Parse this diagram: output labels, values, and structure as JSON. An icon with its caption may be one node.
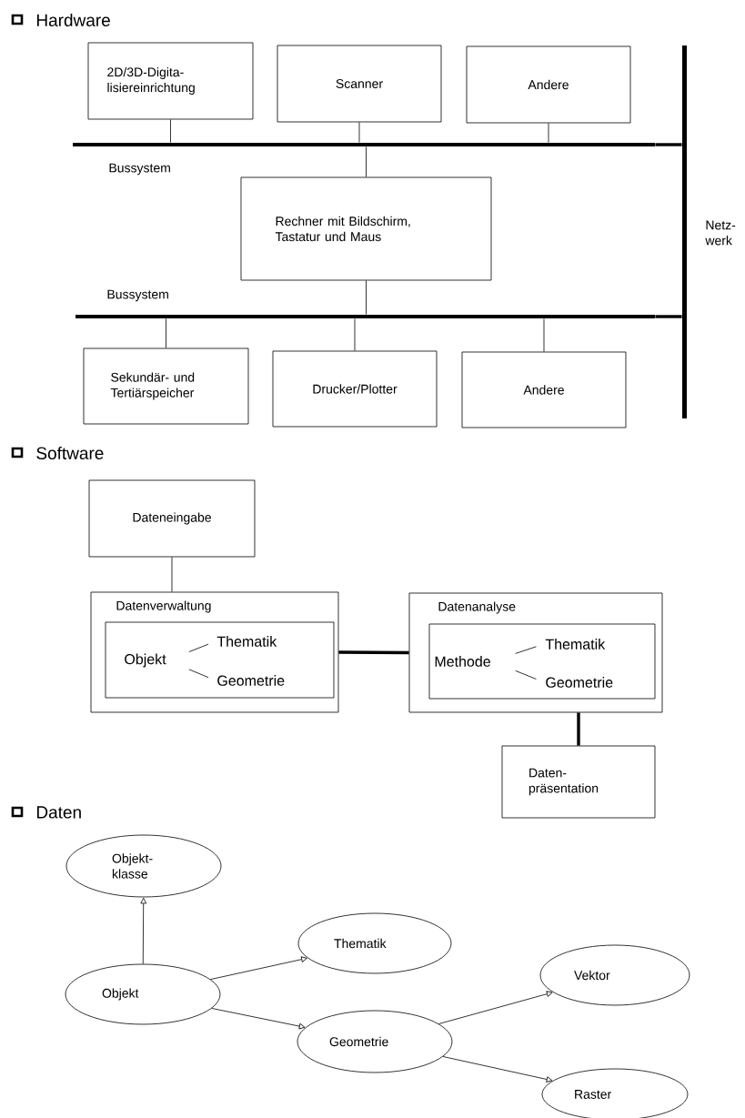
{
  "diagram": {
    "nodes": [
      {
        "text": [
          "2D/3D-Digita- lisiereinrichtung"
        ]
      },
      {
        "text": [
          "Scanner"
        ]
      },
      {
        "text": [
          "Andere"
        ]
      },
      {
        "text": [],
        "shape": "bar",
        "beside": [
          "Bussystem"
        ]
      },
      {
        "text": [
          "Rechner mit Bildschirm, Tastatur und Maus"
        ]
      },
      {
        "text": [],
        "shape": "bar",
        "beside": [
          "Bussystem"
        ]
      },
      {
        "text": [
          "Sekundär- und Tertiärspeicher"
        ]
      },
      {
        "text": [
          "Drucker/Plotter"
        ]
      },
      {
        "text": [
          "Andere"
        ]
      },
      {
        "text": [],
        "shape": "bar",
        "beside": [
          "Netz- werk"
        ]
      },
      {
        "text": [
          "Dateneingabe"
        ]
      },
      {
        "text": [
          "Datenverwaltung"
        ]
      },
      {
        "text": [],
        "shape": "box",
        "in": 11
      },
      {
        "text": [
          "Objekt"
        ],
        "in": 12
      },
      {
        "text": [
          "Thematik"
        ],
        "in": 12
      },
      {
        "text": [
          "Geometrie"
        ],
        "in": 12
      },
      {
        "text": [
          "Datenanalyse"
        ]
      },
      {
        "text": [],
        "shape": "box",
        "in": 16
      },
      {
        "text": [
          "Methode"
        ],
        "in": 17
      },
      {
        "text": [
          "Thematik"
        ],
        "in": 17
      },
      {
        "text": [
          "Geometrie"
        ],
        "in": 17
      },
      {
        "text": [
          "Daten- präsentation"
        ]
      },
      {
        "text": [
          "Objekt- klasse"
        ]
      },
      {
        "text": [
          "Thematik"
        ]
      },
      {
        "text": [
          "Objekt"
        ]
      },
      {
        "text": [
          "Vektor"
        ]
      },
      {
        "text": [
          "Geometrie"
        ]
      },
      {
        "text": [
          "Raster"
        ]
      }
    ],
    "edges": [
      {
        "from": 0,
        "to": 3,
        "arrow": "none"
      },
      {
        "from": 1,
        "to": 3,
        "arrow": "none"
      },
      {
        "from": 2,
        "to": 3,
        "arrow": "none"
      },
      {
        "from": 3,
        "to": 4,
        "arrow": "none"
      },
      {
        "from": 4,
        "to": 5,
        "arrow": "none"
      },
      {
        "from": 5,
        "to": 6,
        "arrow": "none"
      },
      {
        "from": 5,
        "to": 7,
        "arrow": "none"
      },
      {
        "from": 5,
        "to": 8,
        "arrow": "none"
      },
      {
        "from": 3,
        "to": 9,
        "arrow": "none",
        "style": "thick"
      },
      {
        "from": 5,
        "to": 9,
        "arrow": "none",
        "style": "thick"
      },
      {
        "from": 10,
        "to": 11,
        "arrow": "none"
      },
      {
        "from": 11,
        "to": 16,
        "arrow": "none",
        "style": "thick"
      },
      {
        "from": 16,
        "to": 21,
        "arrow": "none",
        "style": "thick"
      },
      {
        "from": 13,
        "to": 14,
        "arrow": "none"
      },
      {
        "from": 13,
        "to": 15,
        "arrow": "none"
      },
      {
        "from": 18,
        "to": 19,
        "arrow": "none"
      },
      {
        "from": 18,
        "to": 20,
        "arrow": "none"
      },
      {
        "from": 24,
        "to": 22,
        "arrow": "to"
      },
      {
        "from": 24,
        "to": 23,
        "arrow": "to"
      },
      {
        "from": 24,
        "to": 26,
        "arrow": "to"
      },
      {
        "from": 26,
        "to": 25,
        "arrow": "to"
      },
      {
        "from": 26,
        "to": 27,
        "arrow": "to"
      }
    ],
    "labels": [
      "Hardware",
      "Software",
      "Daten"
    ]
  }
}
